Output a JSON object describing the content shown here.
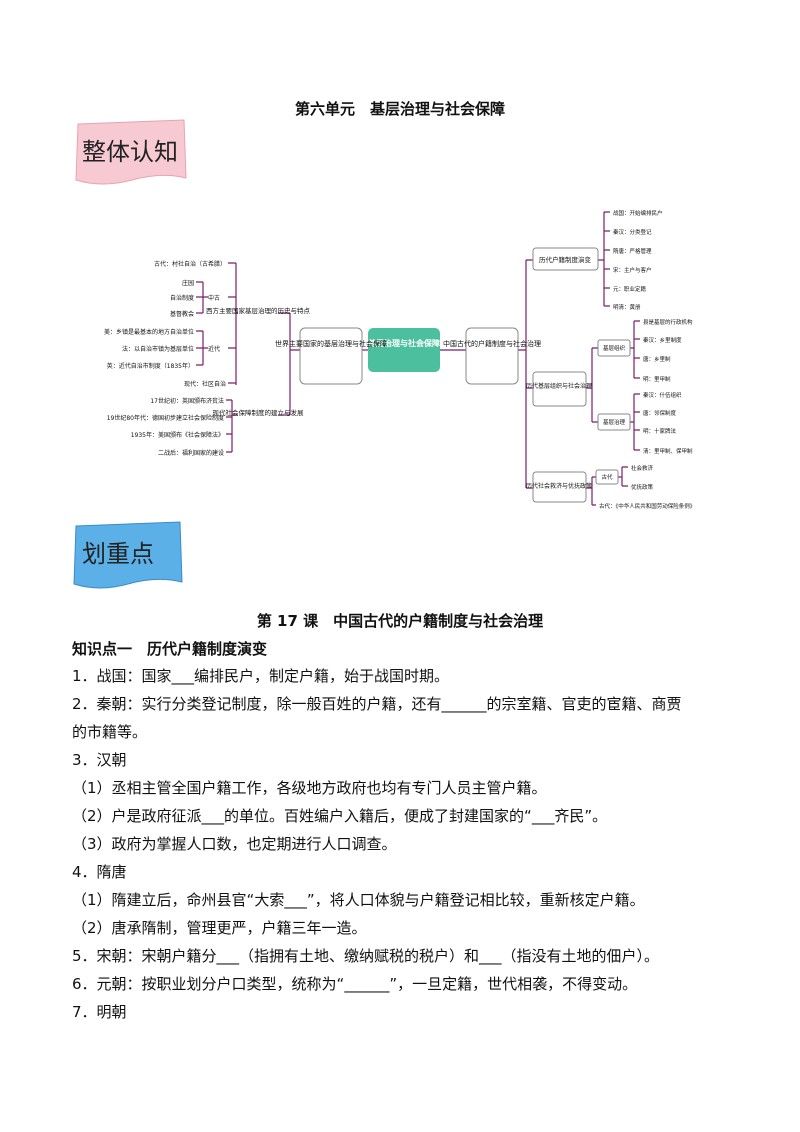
{
  "unit_title": "第六单元　基层治理与社会保障",
  "banner_overview": "整体认知",
  "banner_focus": "划重点",
  "mindmap": {
    "center": "基层治理与社会保障",
    "left_main": "世界主要国家的基层治理与社会保障",
    "left_sub1": "西方主要国家基层治理的历史与特点",
    "left_sub2": "现代社会保障制度的建立与发展",
    "ancient": "古代：村社自治（古希腊）",
    "medieval": "中古",
    "medieval_items": [
      "庄园",
      "自治制度",
      "基督教会"
    ],
    "modern": "近代",
    "modern_items": [
      "美：乡镇是最基本的地方自治单位",
      "法：以自治市镇为基层单位",
      "英：近代自治市制度（1835年）"
    ],
    "contemporary": "现代：社区自治",
    "welfare_items": [
      "17世纪初：英国颁布济贫法",
      "19世纪80年代：德国初步建立社会保险制度",
      "1935年：美国颁布《社会保障法》",
      "二战后：福利国家的建设"
    ],
    "right_main": "中国古代的户籍制度与社会治理",
    "r1": "历代户籍制度演变",
    "r1_items": [
      "战国：开始编排民户",
      "秦汉：分类登记",
      "隋唐：严格管理",
      "宋：主户与客户",
      "元：职业定籍",
      "明清：黄册"
    ],
    "r2": "历代基层组织与社会治理",
    "r2a": "基层组织",
    "r2a_items": [
      "县是基层的行政机构",
      "秦汉：乡里制度",
      "唐：乡里制",
      "明：里甲制"
    ],
    "r2b": "基层治理",
    "r2b_items": [
      "秦汉：什伍组织",
      "唐：邻保制度",
      "明：十家牌法",
      "清：里甲制、保甲制"
    ],
    "r3": "历代社会救济与优抚政策",
    "r3a": "古代",
    "r3a_items": [
      "社会救济",
      "优抚政策"
    ],
    "r3b": "古代：《中华人民共和国劳动保险条例》"
  },
  "lesson_title": "第 17 课　中国古代的户籍制度与社会治理",
  "section1": "知识点一　历代户籍制度演变",
  "lines": [
    "1．战国：国家___编排民户，制定户籍，始于战国时期。",
    "2．秦朝：实行分类登记制度，除一般百姓的户籍，还有______的宗室籍、官吏的宦籍、商贾",
    "的市籍等。",
    "3．汉朝",
    "（1）丞相主管全国户籍工作，各级地方政府也均有专门人员主管户籍。",
    "（2）户是政府征派___的单位。百姓编户入籍后，便成了封建国家的“___齐民”。",
    "（3）政府为掌握人口数，也定期进行人口调查。",
    "4．隋唐",
    "（1）隋建立后，命州县官“大索___”，将人口体貌与户籍登记相比较，重新核定户籍。",
    "（2）唐承隋制，管理更严，户籍三年一造。",
    "5．宋朝：宋朝户籍分___（指拥有土地、缴纳赋税的税户）和___（指没有土地的佃户）。",
    "6．元朝：按职业划分户口类型，统称为“______”，一旦定籍，世代相袭，不得变动。",
    "7．明朝"
  ]
}
